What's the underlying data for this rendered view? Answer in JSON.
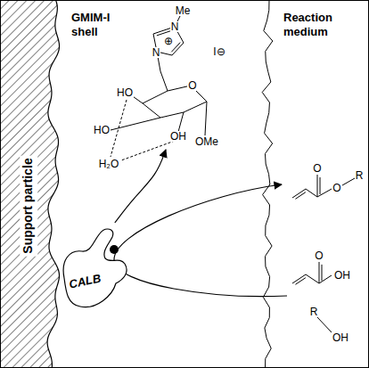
{
  "diagram": {
    "nodes": [
      {
        "text": [
          "Support particle"
        ]
      },
      {
        "text": [
          "CALB"
        ],
        "in": 0
      },
      {
        "text": [
          "GMIM-I shell"
        ]
      },
      {
        "text": [
          "Reaction medium"
        ]
      }
    ],
    "edges": [
      {
        "from": 1,
        "to": 2,
        "arrow": "to"
      }
    ],
    "labels": [
      "Me",
      "N",
      "⊕",
      "N",
      "I⊖",
      "O",
      "HO",
      "HO",
      "OH",
      "OMe",
      "H₂O",
      "O",
      "O",
      "R",
      "O",
      "OH",
      "R",
      "OH"
    ]
  }
}
